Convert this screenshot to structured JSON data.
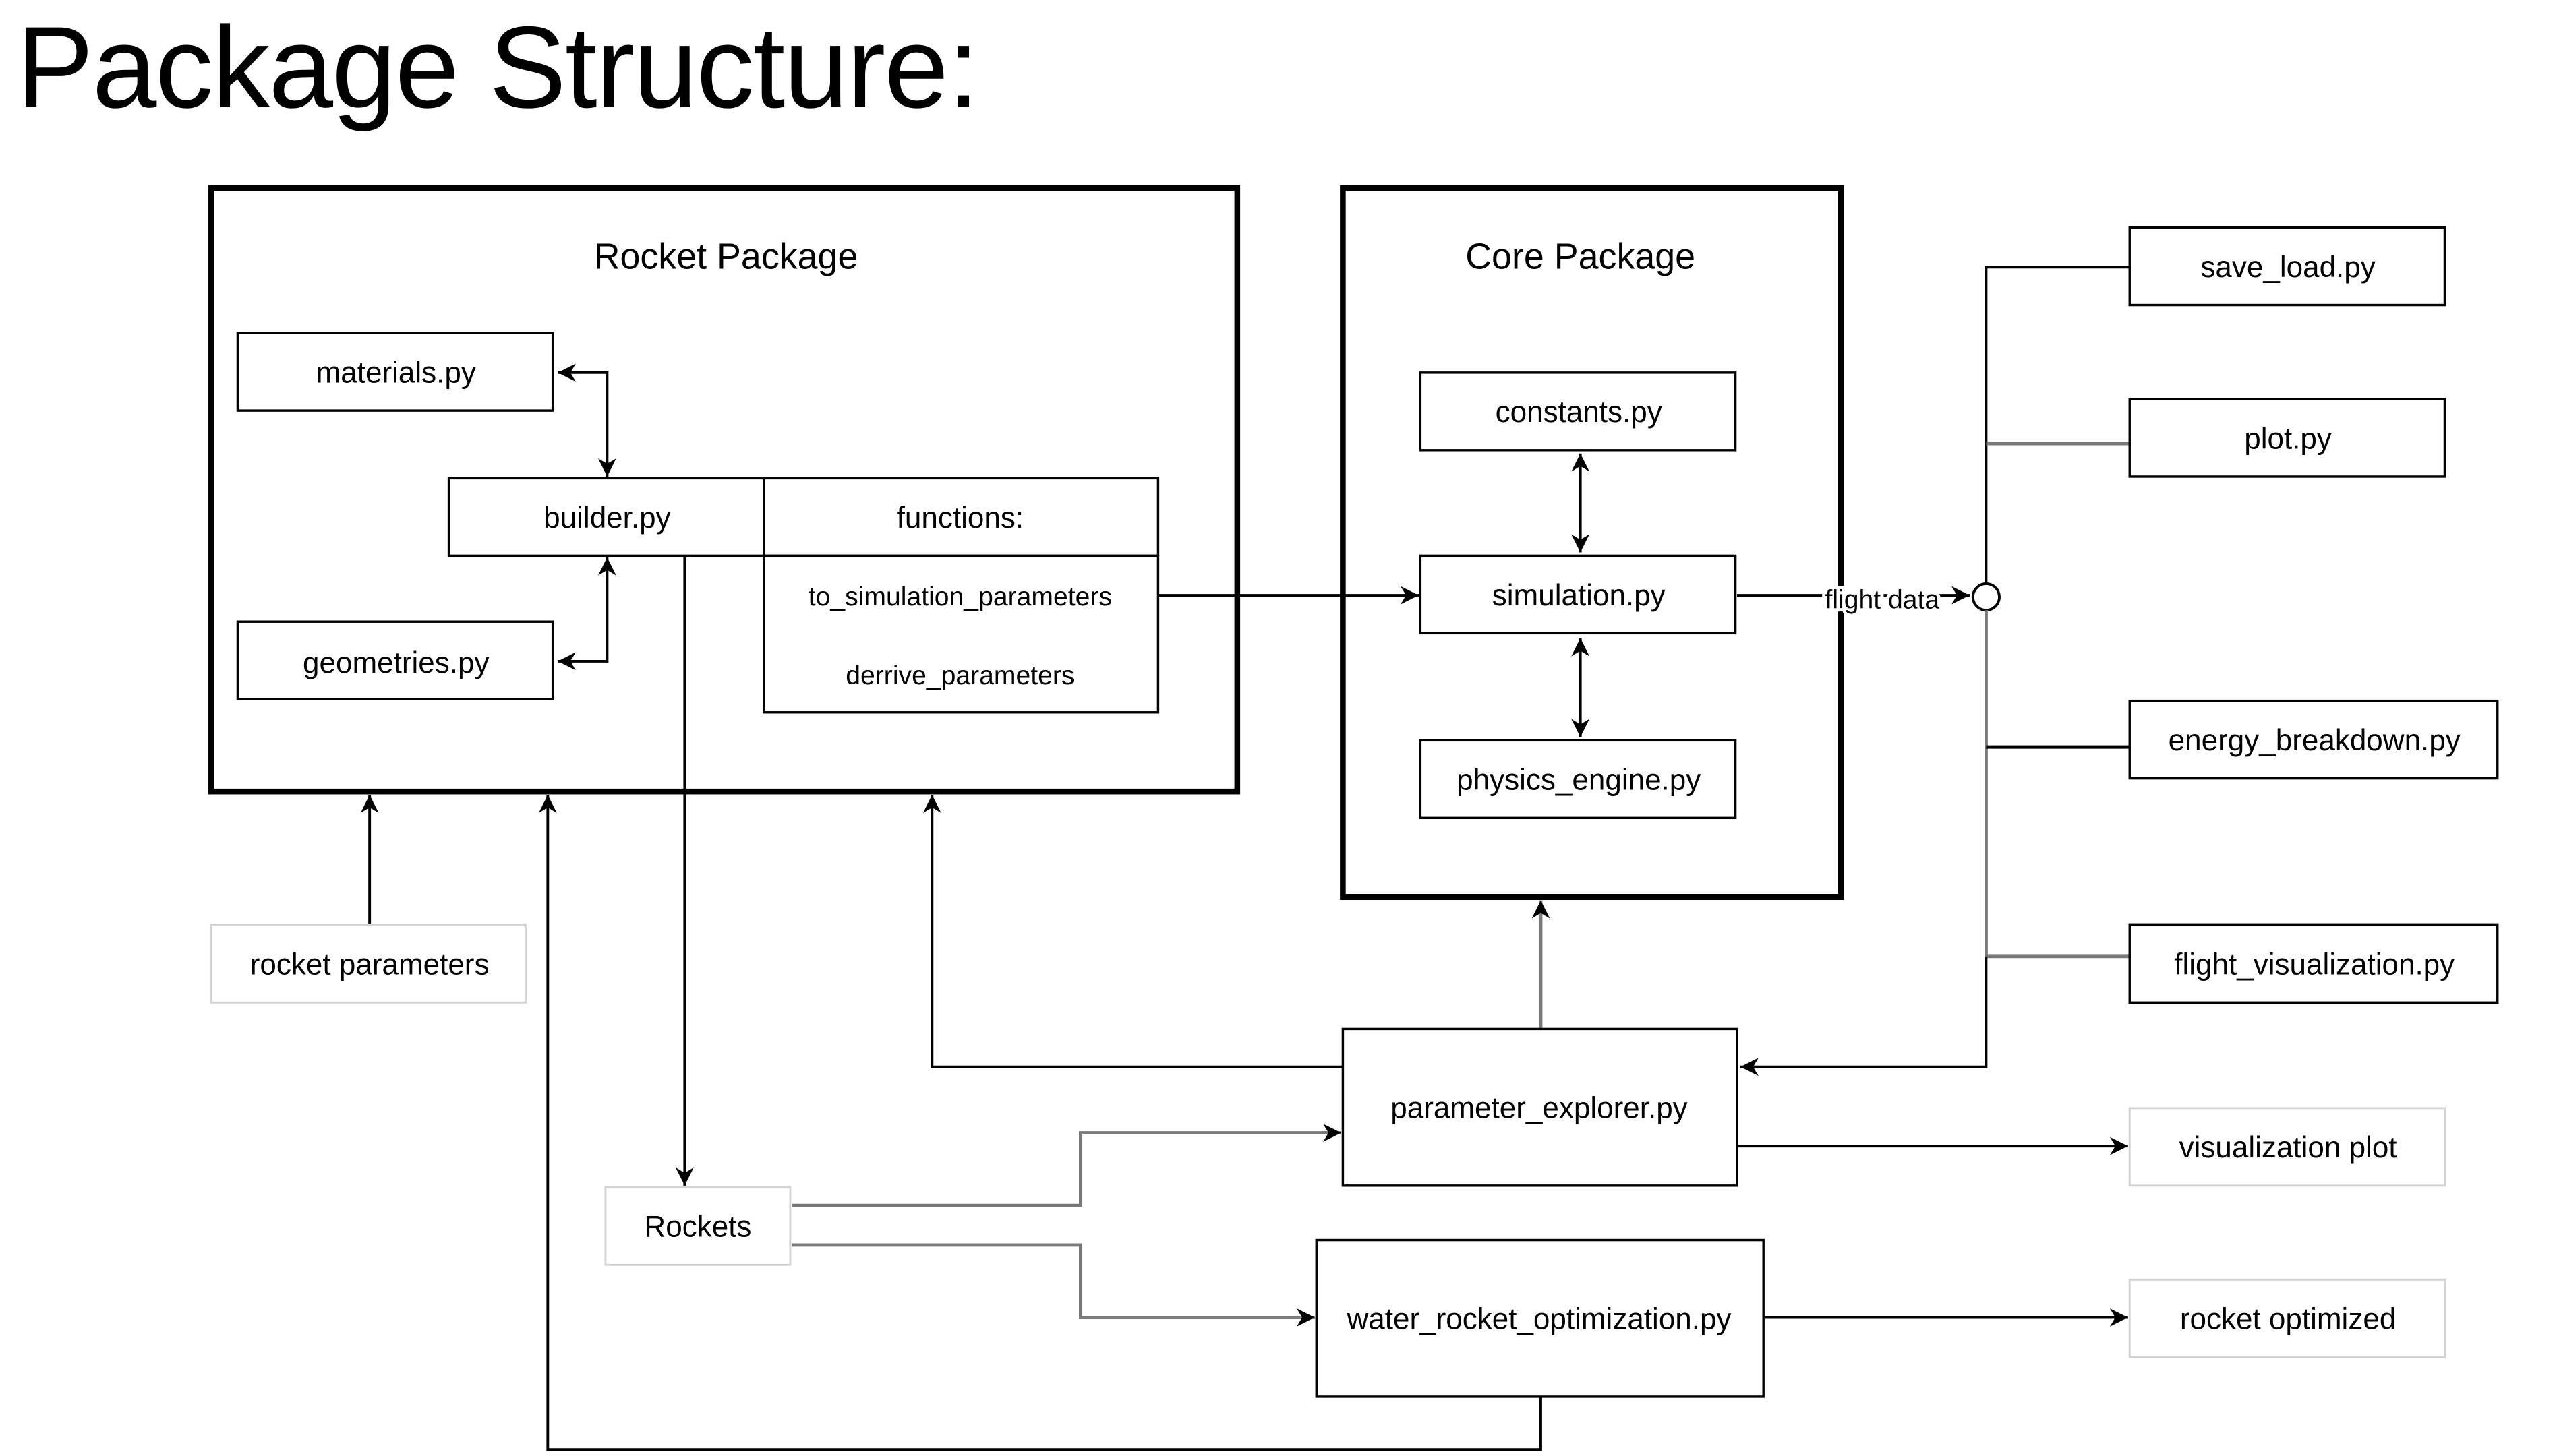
{
  "title": "Package Structure:",
  "rocket_package": {
    "label": "Rocket Package",
    "materials": "materials.py",
    "builder": "builder.py",
    "geometries": "geometries.py",
    "functions_header": "functions:",
    "functions": [
      "to_simulation_parameters",
      "derrive_parameters"
    ]
  },
  "core_package": {
    "label": "Core Package",
    "constants": "constants.py",
    "simulation": "simulation.py",
    "physics_engine": "physics_engine.py"
  },
  "flight_data_label": "flight data",
  "outputs": [
    "save_load.py",
    "plot.py",
    "energy_breakdown.py",
    "flight_visualization.py"
  ],
  "inputs": {
    "rocket_parameters": "rocket parameters",
    "rockets": "Rockets"
  },
  "tools": {
    "parameter_explorer": "parameter_explorer.py",
    "water_rocket_optimization": "water_rocket_optimization.py"
  },
  "results": {
    "visualization_plot": "visualization plot",
    "rocket_optimized": "rocket optimized"
  }
}
